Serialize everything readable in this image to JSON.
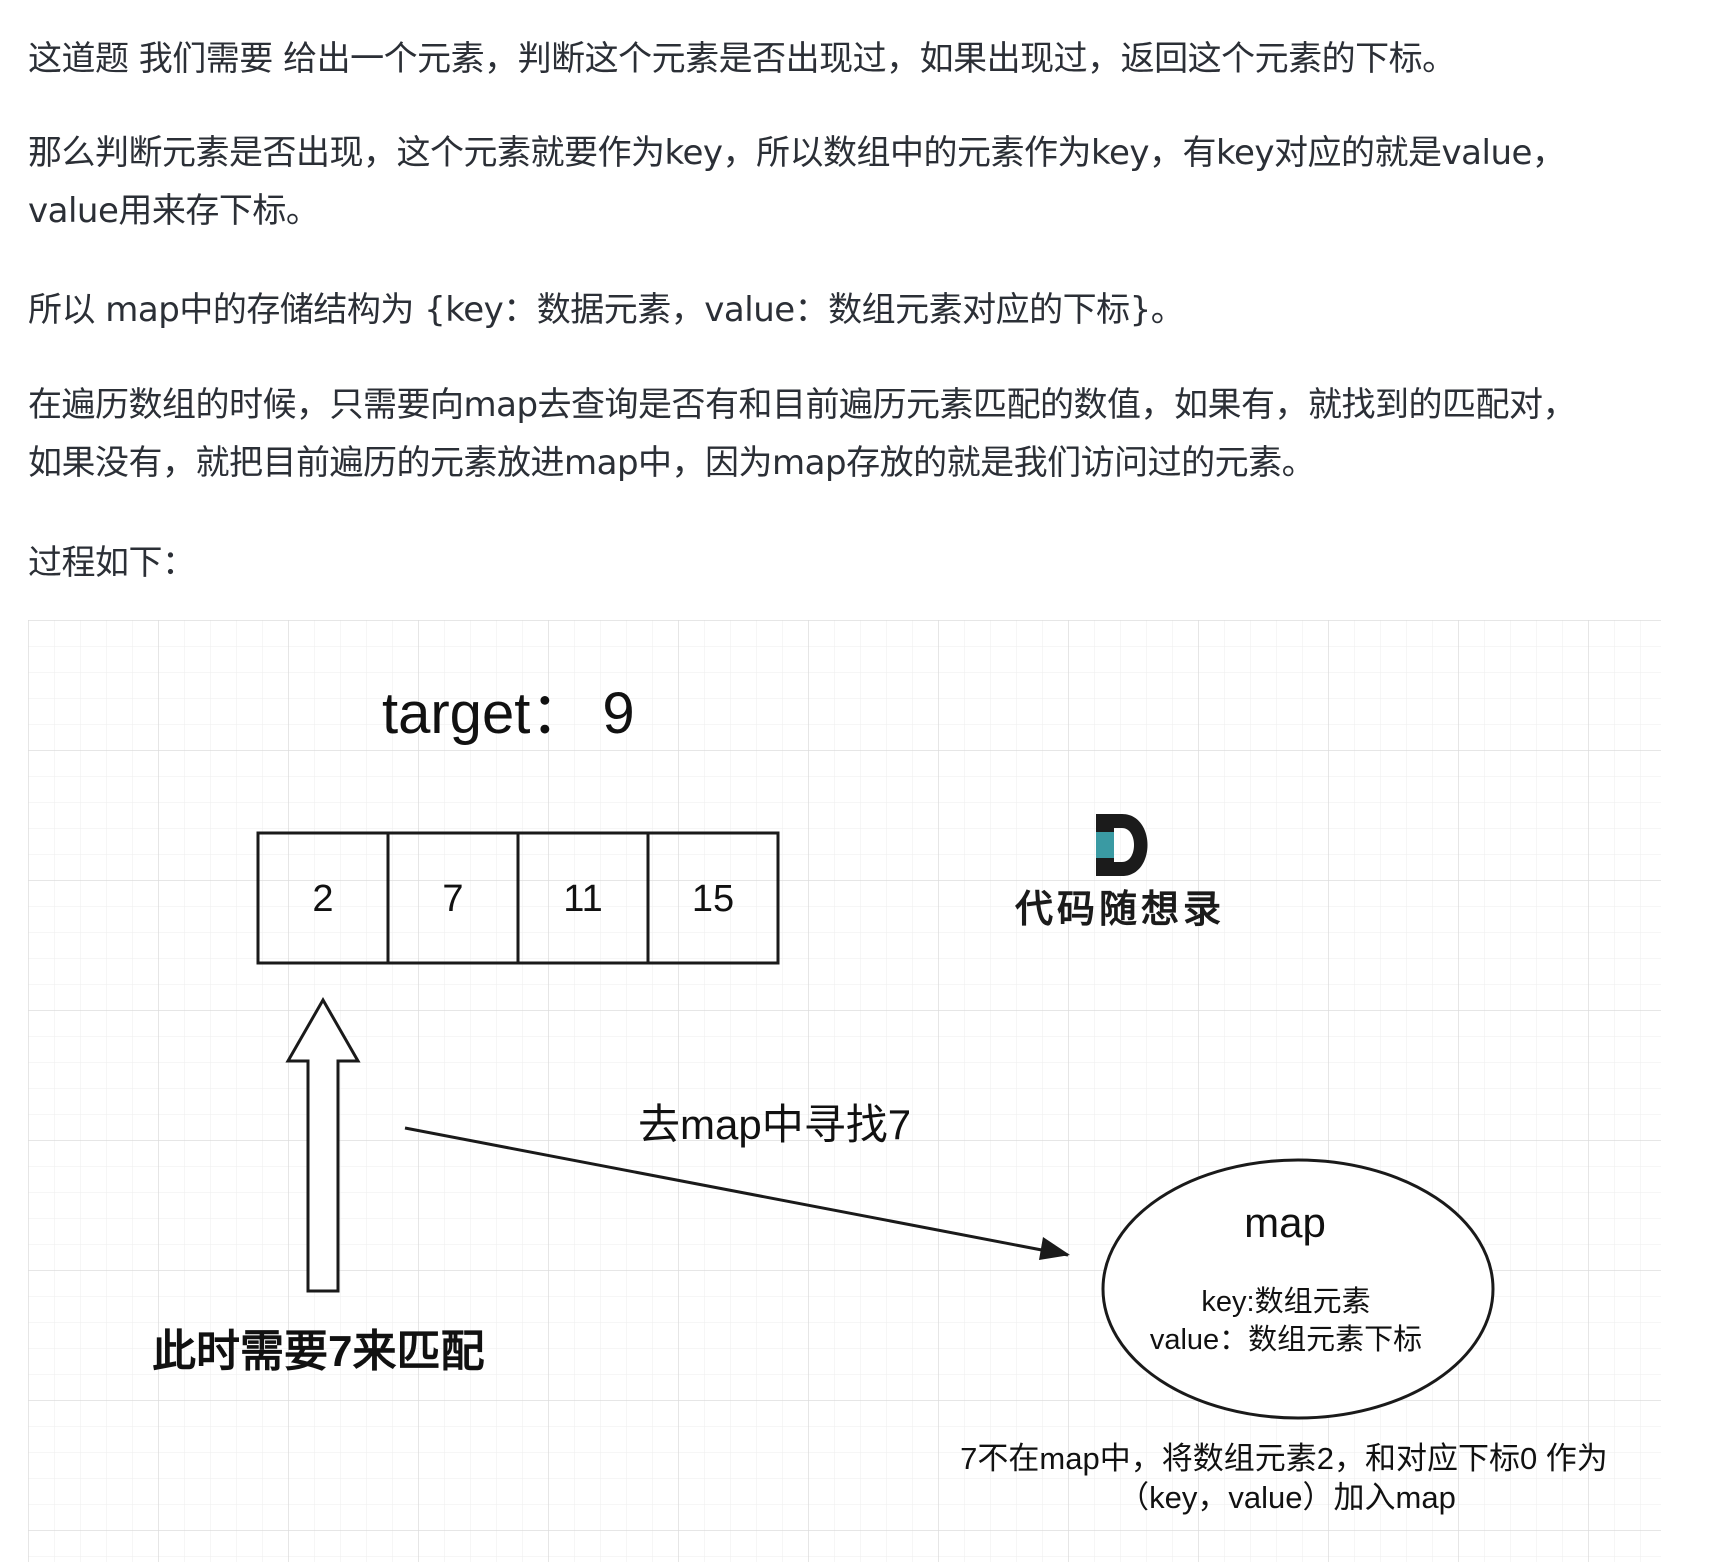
{
  "article": {
    "paragraphs": [
      {
        "lines": [
          "这道题 我们需要 给出一个元素，判断这个元素是否出现过，如果出现过，返回这个元素的下标。"
        ]
      },
      {
        "lines": [
          "那么判断元素是否出现，这个元素就要作为key，所以数组中的元素作为key，有key对应的就是value，",
          "value用来存下标。"
        ]
      },
      {
        "lines": [
          "所以 map中的存储结构为 {key：数据元素，value：数组元素对应的下标}。"
        ]
      },
      {
        "lines": [
          "在遍历数组的时候，只需要向map去查询是否有和目前遍历元素匹配的数值，如果有，就找到的匹配对，",
          "如果没有，就把目前遍历的元素放进map中，因为map存放的就是我们访问过的元素。"
        ]
      },
      {
        "lines": [
          "过程如下："
        ]
      }
    ]
  },
  "diagram": {
    "target_label": "target：",
    "target_value": "9",
    "array": [
      "2",
      "7",
      "11",
      "15"
    ],
    "logo_text": "代码随想录",
    "arrow_caption": "去map中寻找7",
    "pointer_caption": "此时需要7来匹配",
    "map": {
      "title": "map",
      "key_line": "key:数组元素",
      "value_line": "value：数组元素下标"
    },
    "note_lines": [
      "7不在map中，将数组元素2，和对应下标0 作为",
      "（key，value）加入map"
    ],
    "colors": {
      "grid_minor": "#eeeeee",
      "grid_major": "#dddddd",
      "stroke": "#1a1a1a",
      "logo_dark": "#1b1b1b",
      "logo_teal": "#3a9aa3"
    }
  }
}
